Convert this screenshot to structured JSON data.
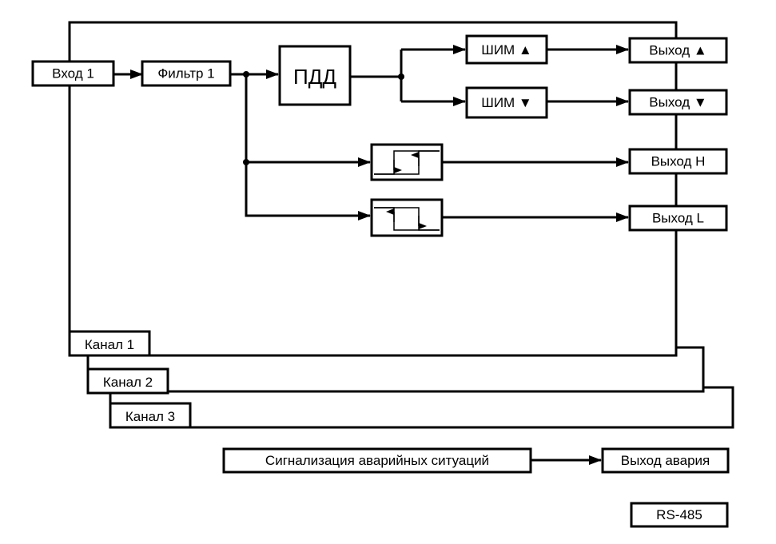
{
  "blocks": {
    "input1": "Вход 1",
    "filter1": "Фильтр 1",
    "pdd": "ПДД",
    "pwm_up": "ШИМ ▲",
    "pwm_down": "ШИМ ▼",
    "out_up": "Выход ▲",
    "out_down": "Выход ▼",
    "out_h": "Выход H",
    "out_l": "Выход L",
    "alarm": "Сигнализация аварийных ситуаций",
    "out_alarm": "Выход авария",
    "rs485": "RS-485"
  },
  "channels": [
    "Канал 1",
    "Канал 2",
    "Канал 3"
  ],
  "colors": {
    "line": "#000000",
    "background": "#ffffff"
  }
}
